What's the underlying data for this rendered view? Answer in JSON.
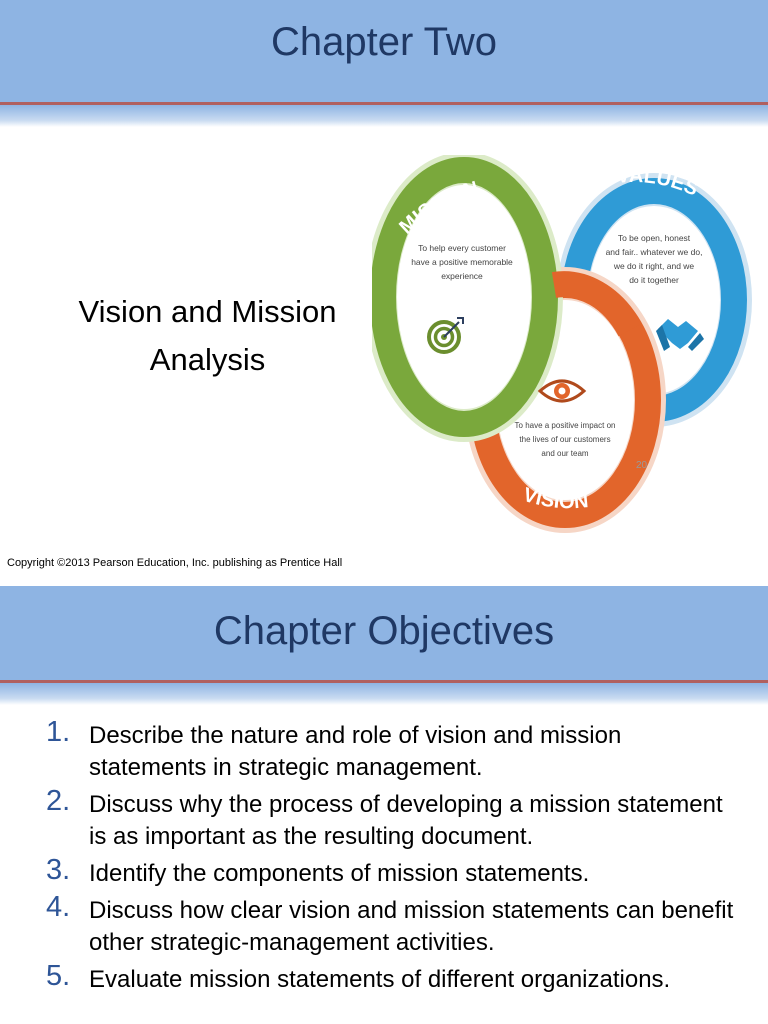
{
  "slide1": {
    "title": "Chapter Two",
    "subtitle_line1": "Vision and Mission",
    "subtitle_line2": "Analysis",
    "copyright": "Copyright ©2013 Pearson Education, Inc. publishing as Prentice Hall",
    "diagram": {
      "mission_label": "MISSION",
      "mission_text": [
        "To help every customer",
        "have a positive memorable",
        "experience"
      ],
      "values_label": "VALUES",
      "values_text": [
        "To be open, honest",
        "and fair.. whatever we do,",
        "we do it right, and we",
        "do it together"
      ],
      "vision_label": "VISION",
      "vision_text": [
        "To have a positive impact on",
        "the lives of our customers",
        "and our team"
      ],
      "page_mark": "20",
      "colors": {
        "mission": "#7aa83c",
        "values": "#2f9bd6",
        "vision": "#e2652b"
      }
    }
  },
  "slide2": {
    "title": "Chapter Objectives",
    "objectives": [
      {
        "num": "1.",
        "text": "Describe the nature and role of vision and mission statements in strategic management."
      },
      {
        "num": "2.",
        "text": "Discuss why the process of developing a mission statement is as important as the resulting document."
      },
      {
        "num": "3.",
        "text": "Identify the components of mission statements."
      },
      {
        "num": "4.",
        "text": "Discuss how clear vision and mission statements can benefit other strategic-management activities."
      },
      {
        "num": "5.",
        "text": "Evaluate mission statements of different organizations."
      }
    ]
  },
  "colors": {
    "title_band": "#8eb4e3",
    "title_text": "#1f3864",
    "divider": "#b06060",
    "number": "#2e5597"
  }
}
